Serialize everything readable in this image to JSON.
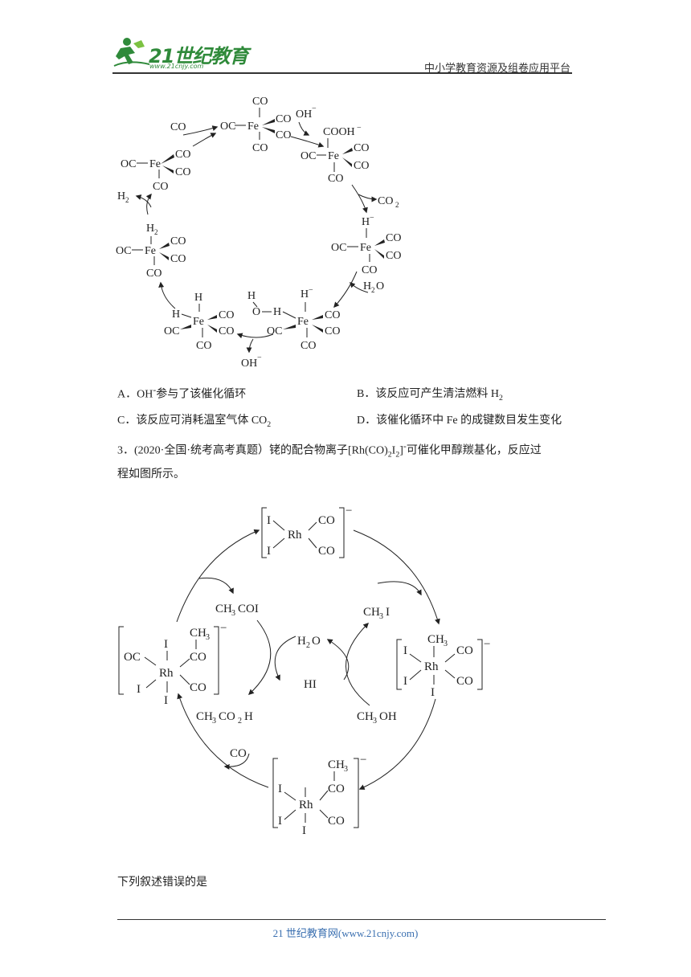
{
  "header": {
    "logo_main": "21世纪教育",
    "logo_url": "www.21cnjy.com",
    "right_text": "中小学教育资源及组卷应用平台"
  },
  "question2": {
    "options": {
      "A": "A．OH",
      "A_sup": "-",
      "A_rest": "参与了该催化循环",
      "B": "B．该反应可产生清洁燃料 H",
      "B_sub": "2",
      "C": "C．该反应可消耗温室气体 CO",
      "C_sub": "2",
      "D": "D．该催化循环中 Fe 的成键数目发生变化"
    }
  },
  "question3": {
    "line1_a": "3．(2020·全国·统考高考真题）铑的配合物离子[Rh(CO)",
    "line1_sub1": "2",
    "line1_b": "I",
    "line1_sub2": "2",
    "line1_c": "]",
    "line1_sup": "-",
    "line1_d": "可催化甲醇羰基化，反应过",
    "line2": "程如图所示。",
    "prompt": "下列叙述错误的是"
  },
  "fe_cycle": {
    "labels": {
      "co": "CO",
      "oc": "OC",
      "fe": "Fe",
      "oh_minus": "OH",
      "minus": "−",
      "cooh": "COOH",
      "co2": "CO",
      "two": "2",
      "h": "H",
      "h2": "H",
      "h2o": "H",
      "o": "O"
    }
  },
  "rh_cycle": {
    "labels": {
      "i": "I",
      "rh": "Rh",
      "co": "CO",
      "oc": "OC",
      "ch3": "CH",
      "three": "3",
      "ch3coi": "CH",
      "ch3coi_rest": "COI",
      "ch3co2h": "CH",
      "ch3co2h_mid": "CO",
      "ch3co2h_end": "H",
      "ch3i": "CH",
      "ch3i_rest": "I",
      "ch3oh": "CH",
      "ch3oh_rest": "OH",
      "h2o": "H",
      "h2o_rest": "O",
      "hi": "HI",
      "two": "2",
      "minus": "−"
    }
  },
  "footer": {
    "text": "21 世纪教育网(www.21cnjy.com)"
  }
}
